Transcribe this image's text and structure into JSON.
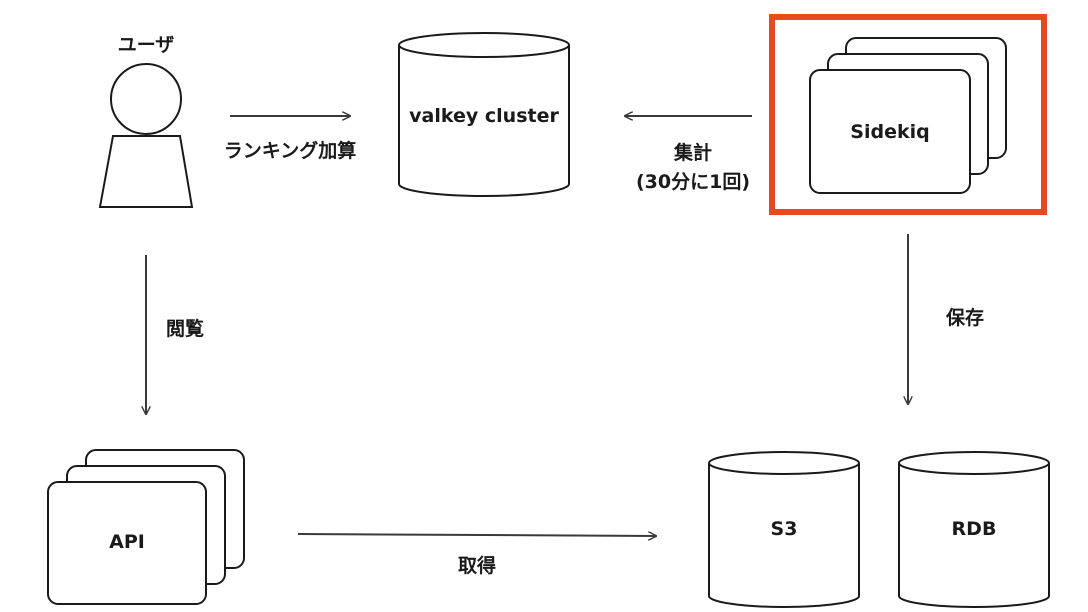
{
  "user": {
    "label": "ユーザ"
  },
  "valkey": {
    "label": "valkey cluster"
  },
  "sidekiq": {
    "label": "Sidekiq"
  },
  "api": {
    "label": "API"
  },
  "s3": {
    "label": "S3"
  },
  "rdb": {
    "label": "RDB"
  },
  "edges": {
    "ranking_add": "ランキング加算",
    "aggregate": "集計",
    "aggregate_note": "(30分に1回)",
    "browse": "閲覧",
    "save": "保存",
    "fetch": "取得"
  },
  "colors": {
    "highlight": "#e8491d",
    "stroke": "#1a1a1a",
    "arrow": "#3a3a3a"
  }
}
